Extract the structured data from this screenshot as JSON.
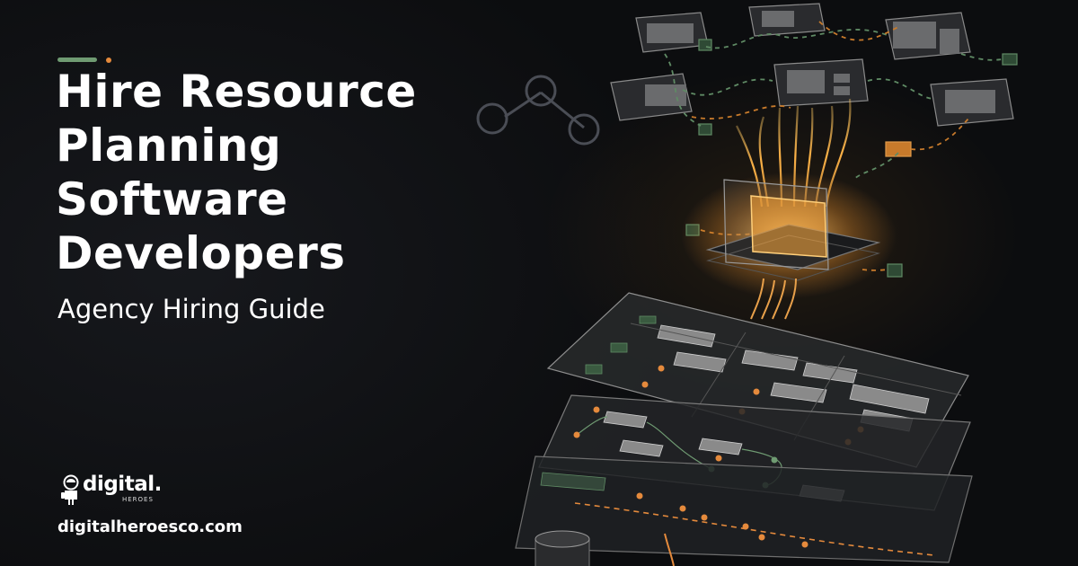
{
  "hero": {
    "title_lines": [
      "Hire Resource",
      "Planning",
      "Software",
      "Developers"
    ],
    "subtitle": "Agency Hiring Guide"
  },
  "brand": {
    "logo_word": "digital.",
    "logo_sub": "HEROES",
    "url": "digitalheroesco.com"
  },
  "colors": {
    "background": "#0c0d0f",
    "accent_green": "#6f9b72",
    "accent_orange": "#e58a3c",
    "glow": "#ffb347",
    "text": "#ffffff"
  },
  "icons": {
    "logo_mark": "astronaut-icon",
    "decoration": "network-nodes-icon"
  }
}
